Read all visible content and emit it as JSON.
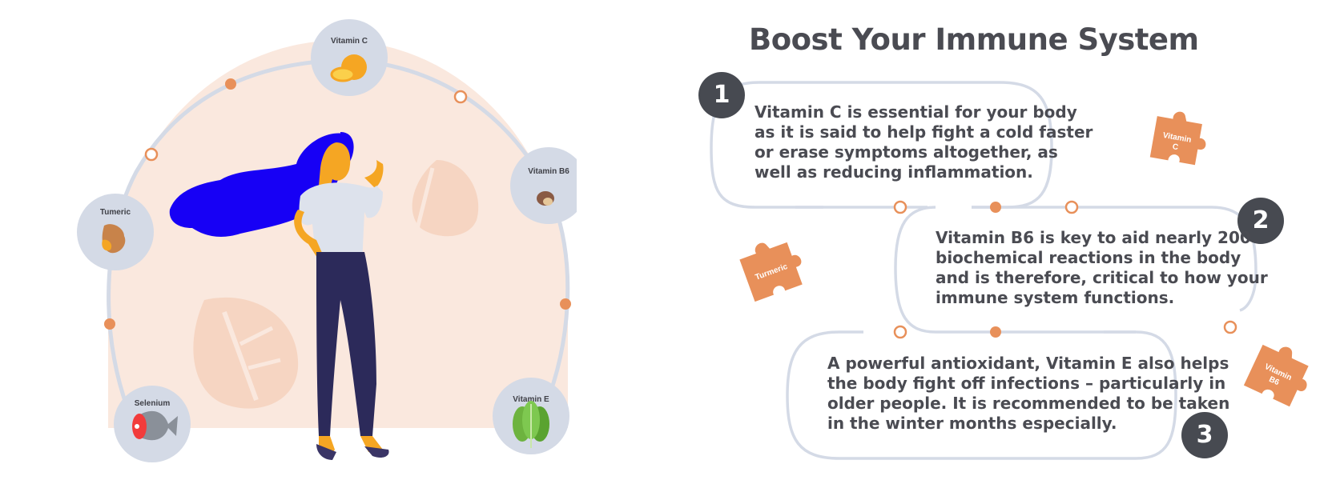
{
  "title": "Boost Your Immune System",
  "steps": [
    {
      "number": "1",
      "lines": [
        "Vitamin C is essential for your body",
        "as it is said to help fight a cold faster",
        "or erase symptoms altogether, as",
        "well as reducing inflammation."
      ]
    },
    {
      "number": "2",
      "lines": [
        "Vitamin B6 is key to aid nearly 200",
        "biochemical reactions in the body",
        "and is therefore, critical to how your",
        "immune system functions."
      ]
    },
    {
      "number": "3",
      "lines": [
        "A powerful antioxidant, Vitamin E also helps",
        "the body fight off infections – particularly in",
        "older people. It is recommended to be taken",
        "in the winter months especially."
      ]
    }
  ],
  "nutrients": [
    {
      "label": "Vitamin C",
      "icon": "orange-icon"
    },
    {
      "label": "Vitamin B6",
      "icon": "bean-icon"
    },
    {
      "label": "Tumeric",
      "icon": "tumeric-root-icon"
    },
    {
      "label": "Selenium",
      "icon": "fish-icon"
    },
    {
      "label": "Vitamin E",
      "icon": "spinach-icon"
    }
  ],
  "puzzle_pieces": [
    {
      "line1": "Vitamin",
      "line2": "C"
    },
    {
      "line1": "Turmeric",
      "line2": ""
    },
    {
      "line1": "Vitamin",
      "line2": "B6"
    }
  ],
  "colors": {
    "accent": "#e8905a",
    "dark": "#474a51",
    "outline": "#d4dae6",
    "blush": "#fae8de",
    "hair": "#1700f5",
    "pants": "#2c2a5a"
  }
}
